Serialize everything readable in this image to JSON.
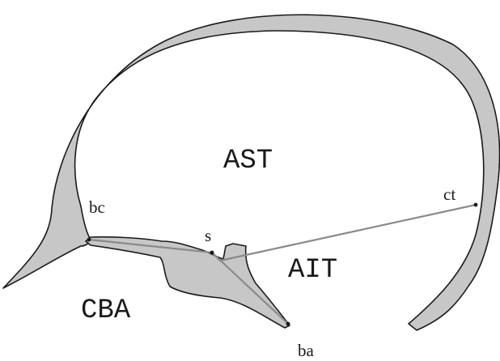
{
  "diagram": {
    "regions": {
      "ast": "AST",
      "ait": "AIT",
      "cba": "CBA"
    },
    "landmarks": {
      "bc": "bc",
      "s": "s",
      "ct": "ct",
      "ba": "ba"
    },
    "colors": {
      "bone_fill": "#c7c7c7",
      "bone_outline": "#1a1a1a",
      "measure_line": "#8a8a8a",
      "text": "#1a1a1a",
      "background": "#ffffff"
    }
  }
}
